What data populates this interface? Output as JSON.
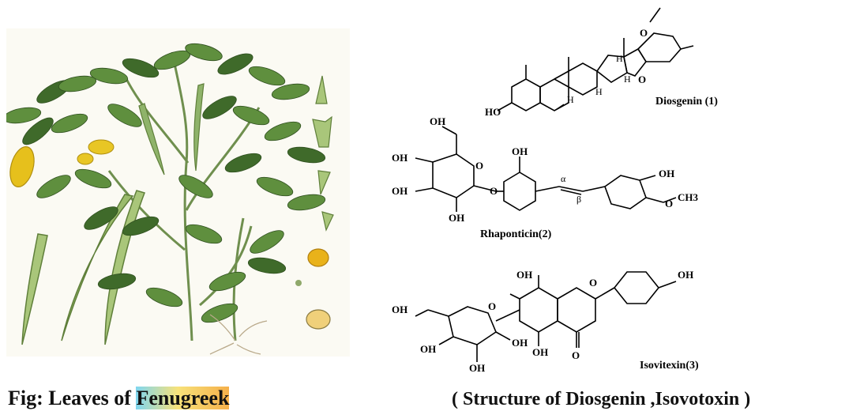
{
  "captions": {
    "left_prefix": "Fig: Leaves of ",
    "left_highlight": "Fenugreek",
    "right": "( Structure of Diosgenin ,Isovotoxin )"
  },
  "compounds": {
    "diosgenin": "Diosgenin (1)",
    "rhaponticin": "Rhaponticin(2)",
    "isovitexin": "Isovitexin(3)"
  },
  "atoms": {
    "ho": "HO",
    "oh": "OH",
    "o": "O",
    "h": "H",
    "ch3": "CH3",
    "alpha": "α",
    "beta": "β"
  },
  "colors": {
    "caption_highlight_fill": [
      "#7fd6f0",
      "#f7e27a",
      "#f6b04a"
    ],
    "leaf": "#5f8f3e",
    "leaf_dark": "#3f6a2a",
    "flower": "#e6c01c",
    "pod": "#8fb36a"
  }
}
